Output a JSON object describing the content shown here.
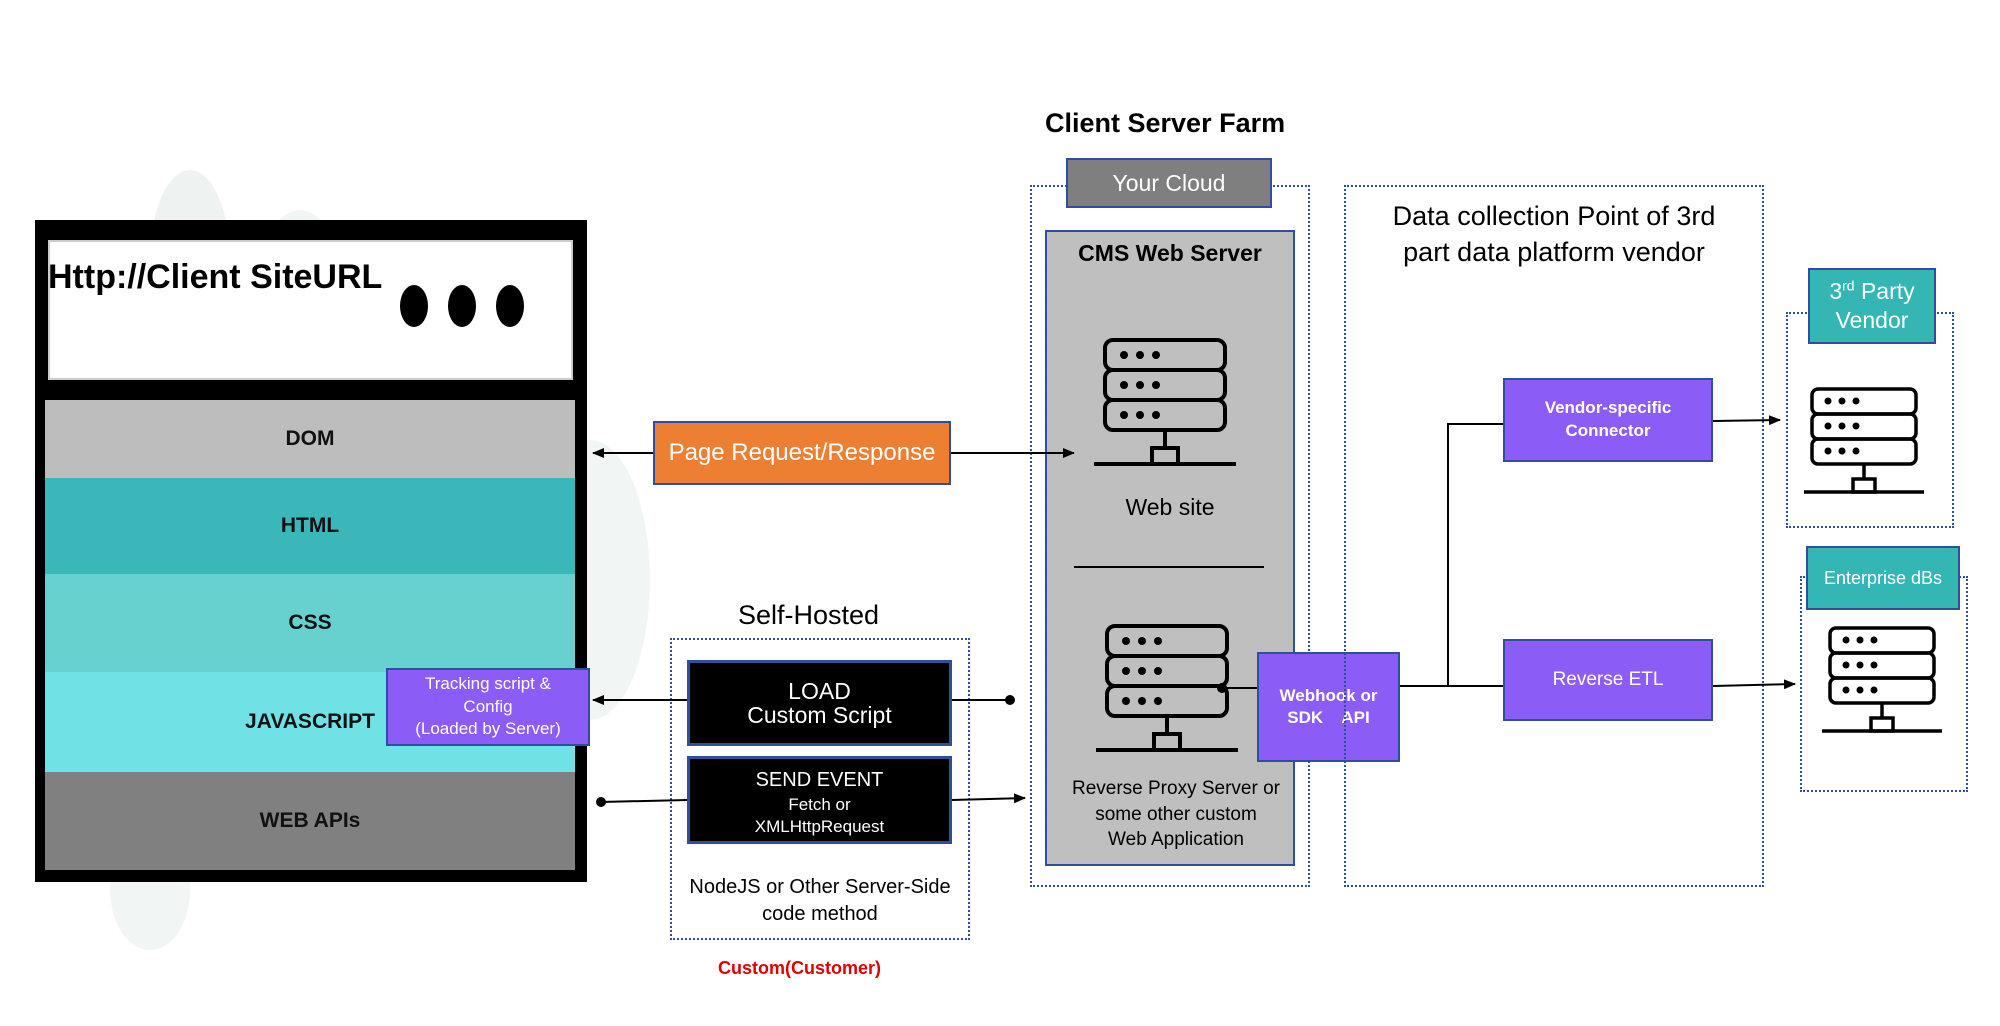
{
  "title": "Client Server Farm",
  "browser": {
    "url": "Http://Client SiteURL",
    "layers": [
      "DOM",
      "HTML",
      "CSS",
      "JAVASCRIPT",
      "WEB APIs"
    ],
    "tracking_script": "Tracking script &\nConfig\n(Loaded by Server)"
  },
  "page_request": "Page Request/Response",
  "self_hosted": {
    "title": "Self-Hosted",
    "load_box": "LOAD\nCustom Script",
    "send_event_title": "SEND EVENT",
    "send_event_sub": "Fetch or\nXMLHttpRequest",
    "footer": "NodeJS or Other Server-Side\ncode method",
    "custom_label": "Custom(Customer)"
  },
  "client_cloud": {
    "cloud_label": "Your Cloud",
    "cms_title": "CMS Web Server",
    "web_site": "Web site",
    "reverse_proxy": "Reverse Proxy Server or\nsome other custom\nWeb Application"
  },
  "webhook": "Webhook or\nSDK    API",
  "data_collection": {
    "title": "Data collection Point of 3rd\npart data platform vendor",
    "vendor_connector": "Vendor-specific\nConnector",
    "reverse_etl": "Reverse ETL"
  },
  "third_party": {
    "label_main": "3",
    "label_sup": "rd",
    "label_rest": " Party\nVendor"
  },
  "enterprise": "Enterprise dBs",
  "colors": {
    "orange": "#ec7f31",
    "purple": "#8c5cf6",
    "teal": "#34b7b4",
    "dom_gray": "#bdbdbd",
    "html_teal": "#3bb7b9",
    "css_teal": "#67d1cf",
    "js_cyan": "#70e2e6",
    "webapi_gray": "#808080",
    "red": "#e00000",
    "dash_blue": "#2f4f9e"
  }
}
